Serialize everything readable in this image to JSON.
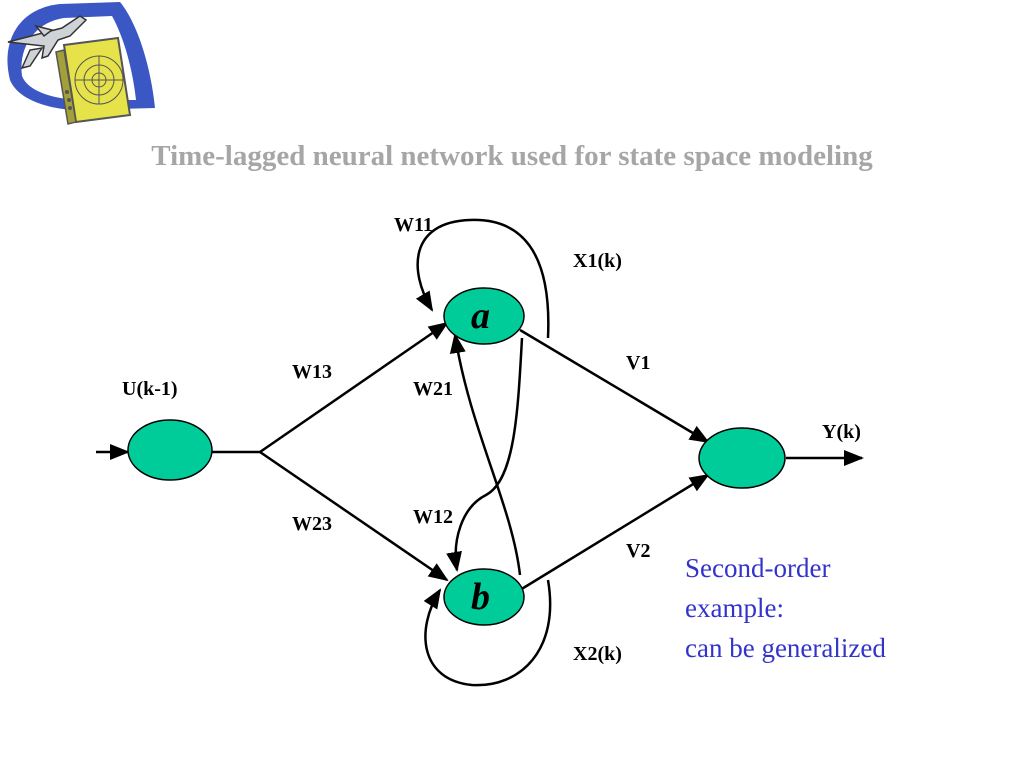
{
  "slide": {
    "title": "Time-lagged neural network used for state space modeling",
    "logo_icon": "airplane-radar-icon"
  },
  "diagram": {
    "nodes": {
      "input": {
        "label": "U(k-1)"
      },
      "hidden_a": {
        "letter": "a",
        "label": "X1(k)"
      },
      "hidden_b": {
        "letter": "b",
        "label": "X2(k)"
      },
      "output": {
        "label": "Y(k)"
      }
    },
    "weights": {
      "w11": "W11",
      "w13": "W13",
      "w21": "W21",
      "w12": "W12",
      "w23": "W23",
      "v1": "V1",
      "v2": "V2"
    },
    "node_color": "#00cc99",
    "note_lines": [
      "Second-order",
      "example:",
      "can be generalized"
    ],
    "note_color": "#3333cc"
  }
}
